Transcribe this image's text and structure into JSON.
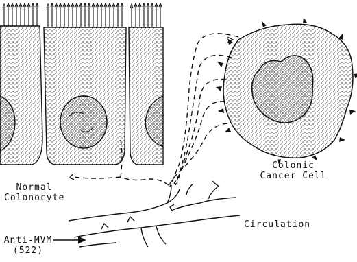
{
  "labels": {
    "normal_colonocyte": [
      "Normal",
      "Colonocyte"
    ],
    "cancer_cell": [
      "Colonic",
      "Cancer Cell"
    ],
    "circulation": "Circulation",
    "antibody": [
      "Anti-MVM",
      "(522)"
    ]
  },
  "colors": {
    "ink": "#111111",
    "background": "#ffffff"
  }
}
